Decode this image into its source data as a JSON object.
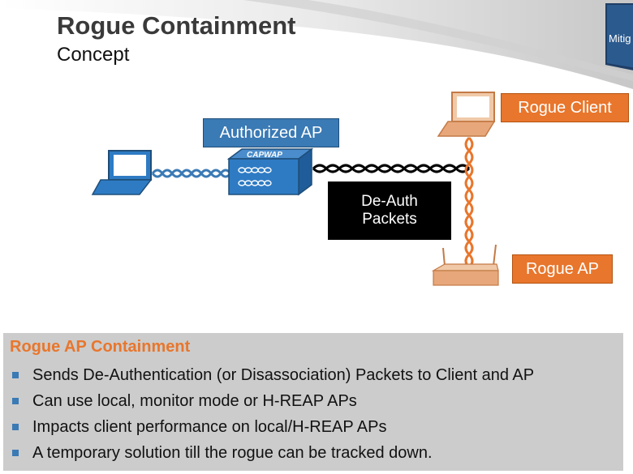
{
  "slide": {
    "title": "Rogue Containment",
    "subtitle": "Concept",
    "corner_tab": "Mitig"
  },
  "diagram": {
    "authorized_ap": "Authorized AP",
    "capwap": "CAPWAP",
    "rogue_client": "Rogue Client",
    "rogue_ap": "Rogue AP",
    "deauth_line1": "De-Auth",
    "deauth_line2": "Packets"
  },
  "info": {
    "heading": "Rogue AP Containment",
    "bullets": [
      "Sends De-Authentication (or Disassociation) Packets to Client and AP",
      "Can use local, monitor mode or H-REAP APs",
      "Impacts client performance on local/H-REAP APs",
      "A temporary solution till the rogue can be tracked down."
    ]
  },
  "colors": {
    "accent_blue": "#3a7ab5",
    "accent_orange": "#e8762c",
    "panel_grey": "#cccccc"
  }
}
